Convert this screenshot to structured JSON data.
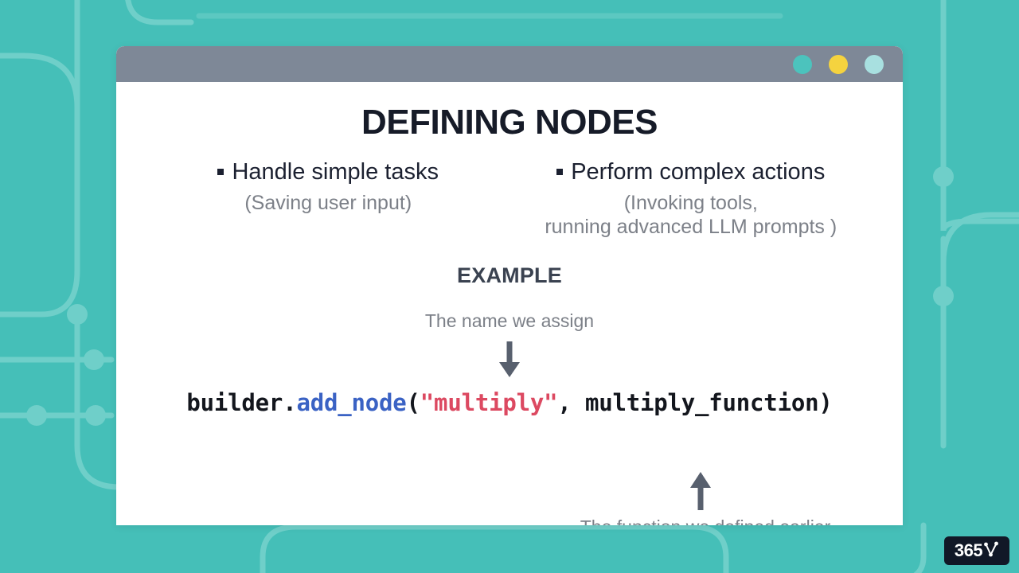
{
  "theme": {
    "background_color": "#45bfb8",
    "trace_color": "#6fcfc9",
    "titlebar_color": "#7e8897",
    "card_color": "#ffffff",
    "title_text_color": "#161b28",
    "muted_text_color": "#7c8088",
    "code_function_color": "#3a62c4",
    "code_string_color": "#dc4961",
    "arrow_color": "#58606e",
    "logo_bg_color": "#111827"
  },
  "window": {
    "controls": [
      {
        "name": "dot-teal",
        "color": "#4cc3bd"
      },
      {
        "name": "dot-yellow",
        "color": "#f5d33f"
      },
      {
        "name": "dot-cyan",
        "color": "#a8e0e0"
      }
    ]
  },
  "slide": {
    "title": "DEFINING NODES",
    "bullets": [
      {
        "heading": "Handle simple tasks",
        "sub_line1": "(Saving user input)",
        "sub_line2": ""
      },
      {
        "heading": "Perform complex actions",
        "sub_line1": "(Invoking tools,",
        "sub_line2": "running advanced LLM prompts )"
      }
    ],
    "example": {
      "heading": "EXAMPLE",
      "annotation_top": "The name we assign",
      "annotation_bottom": "The function we defined earlier",
      "code": {
        "object": "builder.",
        "function": "add_node",
        "open_paren": "(",
        "string_arg": "\"multiply\"",
        "separator": ", ",
        "arg2": "multiply_function",
        "close_paren": ")",
        "full_text": "builder.add_node(\"multiply\", multiply_function)"
      }
    }
  },
  "logo": {
    "text": "365"
  }
}
